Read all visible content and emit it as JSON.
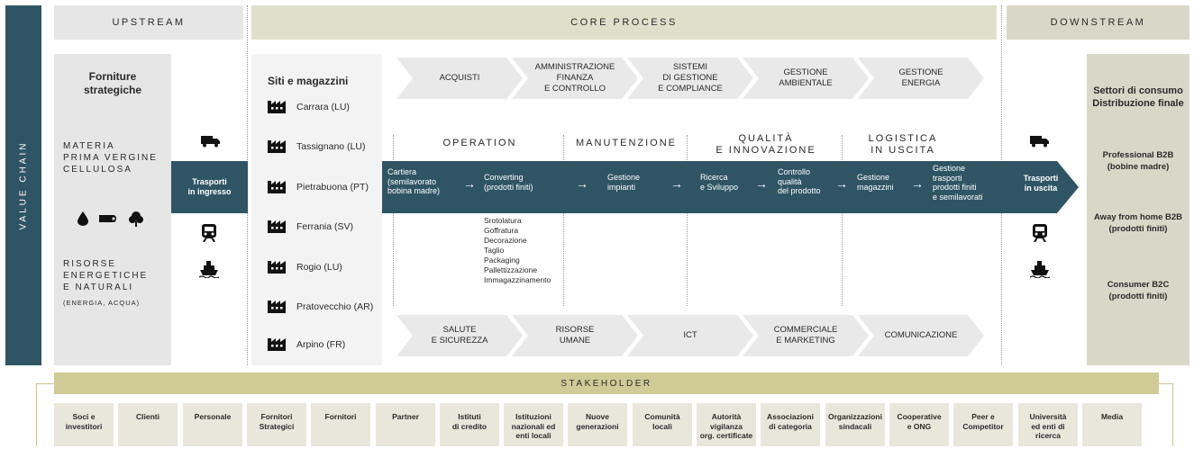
{
  "left_bar": {
    "label": "VALUE CHAIN"
  },
  "headers": {
    "upstream": "UPSTREAM",
    "core": "CORE PROCESS",
    "downstream": "DOWNSTREAM"
  },
  "upstream": {
    "title": "Forniture\nstrategiche",
    "material": "MATERIA\nPRIMA VERGINE\nCELLULOSA",
    "resources": "RISORSE\nENERGETICHE\nE NATURALI",
    "resources_sub": "(ENERGIA, ACQUA)",
    "transport_in": "Trasporti\nin ingresso",
    "icons": [
      "water-drop-icon",
      "log-icon",
      "tree-icon"
    ]
  },
  "sites": {
    "title": "Siti e magazzini",
    "items": [
      "Carrara (LU)",
      "Tassignano (LU)",
      "Pietrabuona (PT)",
      "Ferrania (SV)",
      "Rogio (LU)",
      "Pratovecchio (AR)",
      "Arpino (FR)"
    ]
  },
  "top_chevrons": [
    "ACQUISTI",
    "AMMINISTRAZIONE\nFINANZA\nE CONTROLLO",
    "SISTEMI\nDI GESTIONE\nE COMPLIANCE",
    "GESTIONE\nAMBIENTALE",
    "GESTIONE\nENERGIA"
  ],
  "bottom_chevrons": [
    "SALUTE\nE SICUREZZA",
    "RISORSE\nUMANE",
    "ICT",
    "COMMERCIALE\nE MARKETING",
    "COMUNICAZIONE"
  ],
  "operation_headers": [
    "OPERATION",
    "MANUTENZIONE",
    "QUALITÀ\nE INNOVAZIONE",
    "LOGISTICA\nIN USCITA"
  ],
  "band": {
    "cartiera": "Cartiera\n(semilavorato\nbobina madre)",
    "converting": "Converting\n(prodotti finiti)",
    "gestione_impianti": "Gestione\nimpianti",
    "ricerca": "Ricerca\ne Sviluppo",
    "controllo": "Controllo\nqualità\ndel prodotto",
    "gestione_magazzini": "Gestione\nmagazzini",
    "gestione_trasporti": "Gestione\ntrasporti\nprodotti finiti\ne semilavorati"
  },
  "converting_steps": [
    "Srotolatura",
    "Goffratura",
    "Decorazione",
    "Taglio",
    "Packaging",
    "Pallettizzazione",
    "Immagazzinamento"
  ],
  "downstream": {
    "transport_out": "Trasporti\nin uscita",
    "title": "Settori di consumo\nDistribuzione finale",
    "items": [
      "Professional B2B\n(bobine madre)",
      "Away from home B2B\n(prodotti finiti)",
      "Consumer B2C\n(prodotti finiti)"
    ]
  },
  "stakeholder": {
    "title": "STAKEHOLDER",
    "items": [
      "Soci e\ninvestitori",
      "Clienti",
      "Personale",
      "Fornitori\nStrategici",
      "Fornitori",
      "Partner",
      "Istituti\ndi credito",
      "Istituzioni\nnazionali ed\nenti locali",
      "Nuove\ngenerazioni",
      "Comunità\nlocali",
      "Autorità\nvigilanza\norg. certificate",
      "Associazioni\ndi categoria",
      "Organizzazioni\nsindacali",
      "Cooperative\ne ONG",
      "Peer e\nCompetitor",
      "Università\ned enti di\nricerca",
      "Media"
    ]
  },
  "colors": {
    "teal": "#2f5565",
    "grey": "#e6e6e6",
    "khaki": "#d0ca96",
    "beige": "#d9d8c8"
  }
}
